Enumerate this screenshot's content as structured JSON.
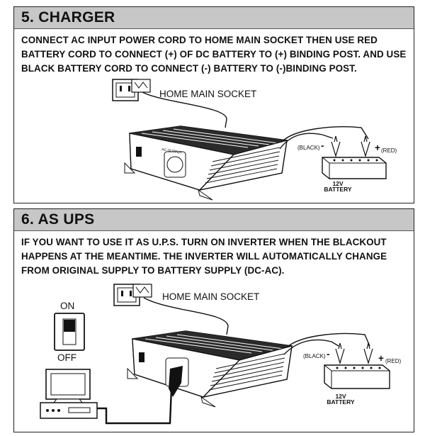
{
  "charger": {
    "title": "5.  CHARGER",
    "text": "CONNECT AC INPUT POWER CORD TO HOME MAIN SOCKET THEN USE RED BATTERY CORD TO CONNECT (+) OF DC BATTERY TO (+) BINDING POST. AND USE BLACK BATTERY CORD TO CONNECT (-) BATTERY TO (-)BINDING POST.",
    "socket_label": "HOME MAIN SOCKET",
    "black_label": "(BLACK)",
    "red_label": "(RED)",
    "minus": "-",
    "plus": "+",
    "battery_voltage": "12V",
    "battery_label": "BATTERY",
    "panel_text": "AC OUTPUT"
  },
  "ups": {
    "title": "6.  AS UPS",
    "text": "IF YOU WANT TO USE IT AS U.P.S. TURN ON INVERTER WHEN THE BLACKOUT HAPPENS AT THE MEANTIME. THE INVERTER WILL AUTOMATICALLY CHANGE FROM ORIGINAL SUPPLY TO BATTERY SUPPLY (DC-AC).",
    "socket_label": "HOME MAIN SOCKET",
    "on_label": "ON",
    "off_label": "OFF",
    "black_label": "(BLACK)",
    "red_label": "(RED)",
    "minus": "-",
    "plus": "+",
    "battery_voltage": "12V",
    "battery_label": "BATTERY"
  }
}
